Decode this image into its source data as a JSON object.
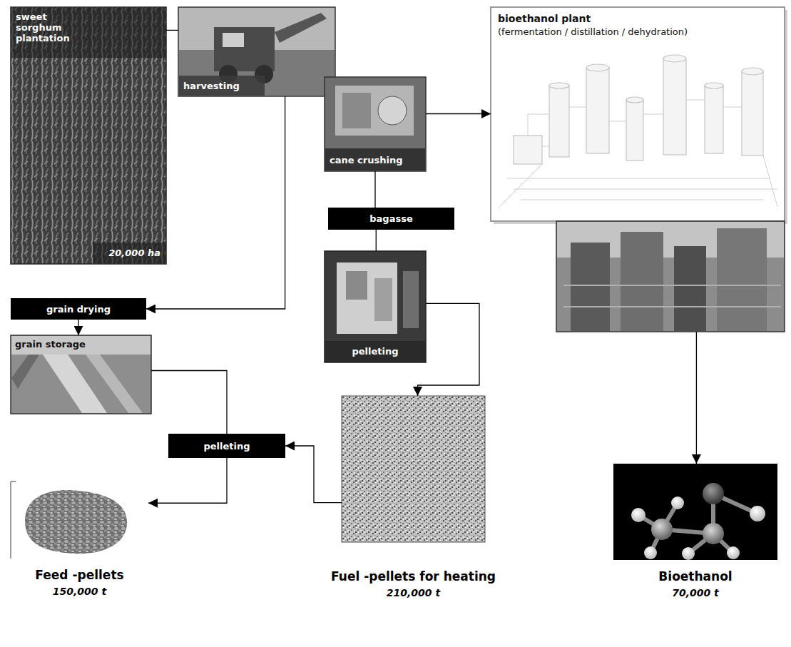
{
  "diagram": {
    "nodes": [
      {
        "text": [
          "sweet sorghum plantation",
          "20,000 ha"
        ]
      },
      {
        "text": [
          "harvesting"
        ]
      },
      {
        "text": [
          "cane crushing"
        ]
      },
      {
        "text": [
          "bioethanol plant",
          "(fermentation / distillation / dehydration)"
        ]
      },
      {
        "text": [
          "bagasse"
        ]
      },
      {
        "text": [
          "pelleting"
        ]
      },
      {
        "text": [
          "grain drying"
        ]
      },
      {
        "text": [
          "grain storage"
        ]
      },
      {
        "text": [
          "pelleting"
        ]
      },
      {
        "text": [
          "Feed -pellets",
          "150,000 t"
        ]
      },
      {
        "text": [
          "Fuel -pellets for heating",
          "210,000 t"
        ]
      },
      {
        "text": [
          "Bioethanol",
          "70,000 t"
        ]
      }
    ],
    "edges": [
      {
        "from": 0,
        "to": 1,
        "arrow": "none"
      },
      {
        "from": 2,
        "to": 3,
        "arrow": "to"
      },
      {
        "from": 2,
        "to": 4,
        "arrow": "none"
      },
      {
        "from": 4,
        "to": 5,
        "arrow": "none"
      },
      {
        "from": 1,
        "to": 6,
        "arrow": "to"
      },
      {
        "from": 6,
        "to": 7,
        "arrow": "to"
      },
      {
        "from": 5,
        "to": 10,
        "arrow": "to"
      },
      {
        "from": 10,
        "to": 8,
        "arrow": "to"
      },
      {
        "from": 7,
        "to": 8,
        "arrow": "none"
      },
      {
        "from": 8,
        "to": 9,
        "arrow": "to"
      },
      {
        "from": 3,
        "to": 11,
        "arrow": "to"
      }
    ]
  }
}
